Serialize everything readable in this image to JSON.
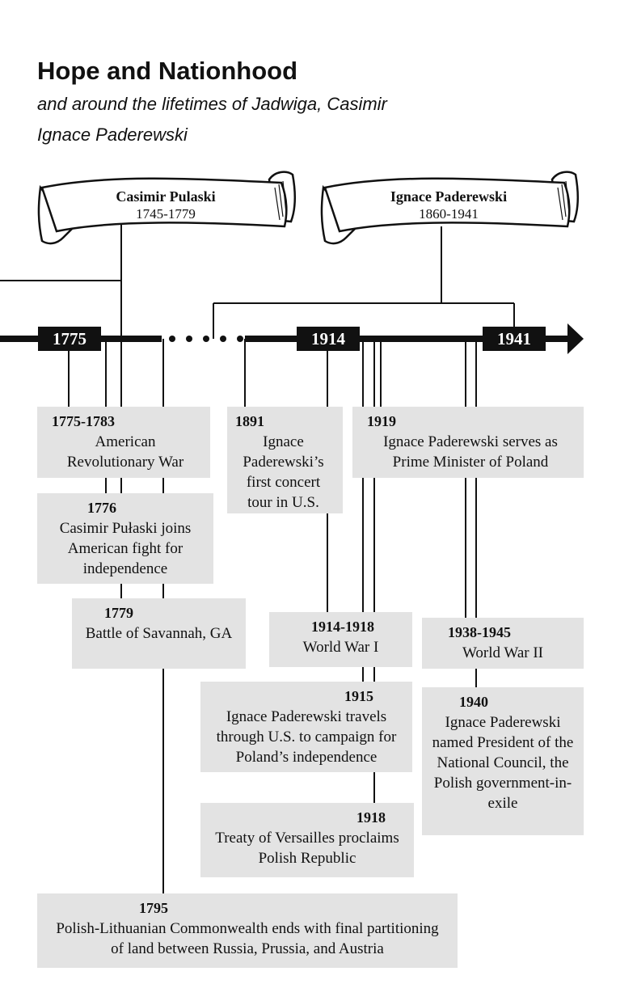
{
  "title": "Hope and Nationhood",
  "subtitle_line1": "and around the lifetimes of Jadwiga, Casimir",
  "subtitle_line2": "Ignace Paderewski",
  "ribbons": [
    {
      "name": "Casimir Pulaski",
      "dates": "1745-1779"
    },
    {
      "name": "Ignace Paderewski",
      "dates": "1860-1941"
    }
  ],
  "axis_years": [
    "1775",
    "1914",
    "1941"
  ],
  "events": [
    {
      "year": "1775-1783",
      "desc": "American Revolutionary War"
    },
    {
      "year": "1776",
      "desc": "Casimir Pułaski joins American fight for independence"
    },
    {
      "year": "1779",
      "desc": "Battle of Savannah, GA"
    },
    {
      "year": "1891",
      "desc": "Ignace Paderewski’s first concert tour in U.S."
    },
    {
      "year": "1919",
      "desc": "Ignace Paderewski serves as Prime Minister of Poland"
    },
    {
      "year": "1914-1918",
      "desc": "World War I"
    },
    {
      "year": "1915",
      "desc": "Ignace Paderewski travels through U.S. to campaign for Poland’s independence"
    },
    {
      "year": "1918",
      "desc": "Treaty of Versailles proclaims Polish Republic"
    },
    {
      "year": "1938-1945",
      "desc": "World War II"
    },
    {
      "year": "1940",
      "desc": "Ignace Paderewski named President of the National Council, the Polish government-in-exile"
    },
    {
      "year": "1795",
      "desc": "Polish-Lithuanian Commonwealth ends with final partitioning of land between Russia, Prussia, and Austria"
    }
  ]
}
